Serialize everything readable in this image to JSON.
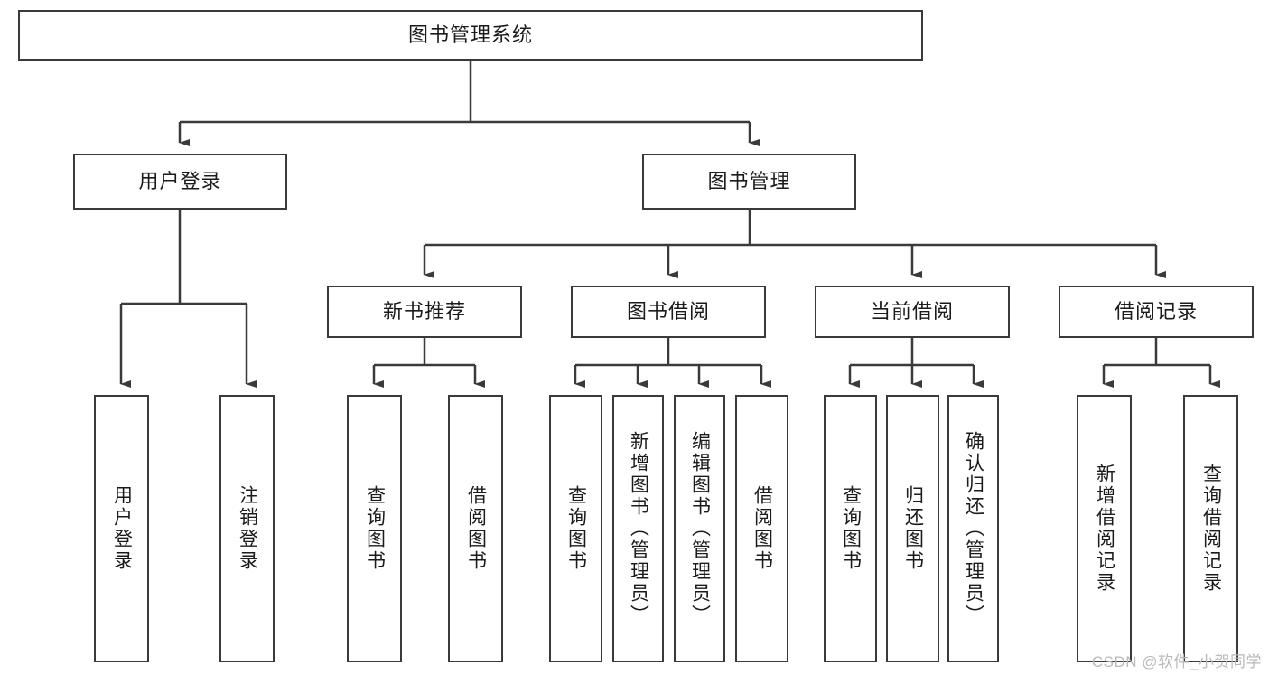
{
  "diagram": {
    "title": "图书管理系统",
    "watermark": "CSDN @软件_小贺同学",
    "colors": {
      "border": "#3a3a3a",
      "background": "#ffffff",
      "text": "#1b1b1b",
      "watermark": "#b9b9b9"
    },
    "root": {
      "label": "图书管理系统"
    },
    "level2": [
      {
        "label": "用户登录"
      },
      {
        "label": "图书管理"
      }
    ],
    "level3": [
      {
        "label": "新书推荐"
      },
      {
        "label": "图书借阅"
      },
      {
        "label": "当前借阅"
      },
      {
        "label": "借阅记录"
      }
    ],
    "leaves": {
      "user_login": [
        {
          "label": "用户登录"
        },
        {
          "label": "注销登录"
        }
      ],
      "new_book_recommend": [
        {
          "label": "查询图书"
        },
        {
          "label": "借阅图书"
        }
      ],
      "book_borrow": [
        {
          "label": "查询图书"
        },
        {
          "label": "新增图书（管理员）"
        },
        {
          "label": "编辑图书（管理员）"
        },
        {
          "label": "借阅图书"
        }
      ],
      "current_borrow": [
        {
          "label": "查询图书"
        },
        {
          "label": "归还图书"
        },
        {
          "label": "确认归还（管理员）"
        }
      ],
      "borrow_record": [
        {
          "label": "新增借阅记录"
        },
        {
          "label": "查询借阅记录"
        }
      ]
    }
  }
}
